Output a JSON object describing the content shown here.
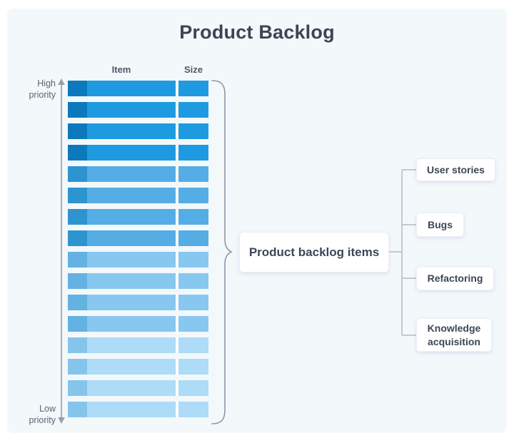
{
  "title": "Product Backlog",
  "columns": {
    "item": "Item",
    "size": "Size"
  },
  "axis": {
    "high": "High priority",
    "low": "Low priority"
  },
  "backlog": {
    "label": "Product backlog items",
    "groups": [
      {
        "priority_color": "#0D79BD",
        "item_color": "#1E9BE0"
      },
      {
        "priority_color": "#2E94D0",
        "item_color": "#54ADE5"
      },
      {
        "priority_color": "#63B2E1",
        "item_color": "#88C7F0"
      },
      {
        "priority_color": "#86C5EB",
        "item_color": "#AEDBF7"
      }
    ],
    "rows": [
      {
        "group": 0
      },
      {
        "group": 0
      },
      {
        "group": 0
      },
      {
        "group": 0
      },
      {
        "group": 1
      },
      {
        "group": 1
      },
      {
        "group": 1
      },
      {
        "group": 1
      },
      {
        "group": 2
      },
      {
        "group": 2
      },
      {
        "group": 2
      },
      {
        "group": 2
      },
      {
        "group": 3
      },
      {
        "group": 3
      },
      {
        "group": 3
      },
      {
        "group": 3
      }
    ]
  },
  "categories": [
    {
      "label": "User stories"
    },
    {
      "label": "Bugs"
    },
    {
      "label": "Refactoring"
    },
    {
      "label": "Knowledge acquisition"
    }
  ],
  "colors": {
    "background_panel": "#F3F8FB",
    "text_dark": "#3C4454",
    "text_gray": "#5A6473",
    "arrow_gray": "#969FAD",
    "connector_gray": "#B3BAC5"
  }
}
